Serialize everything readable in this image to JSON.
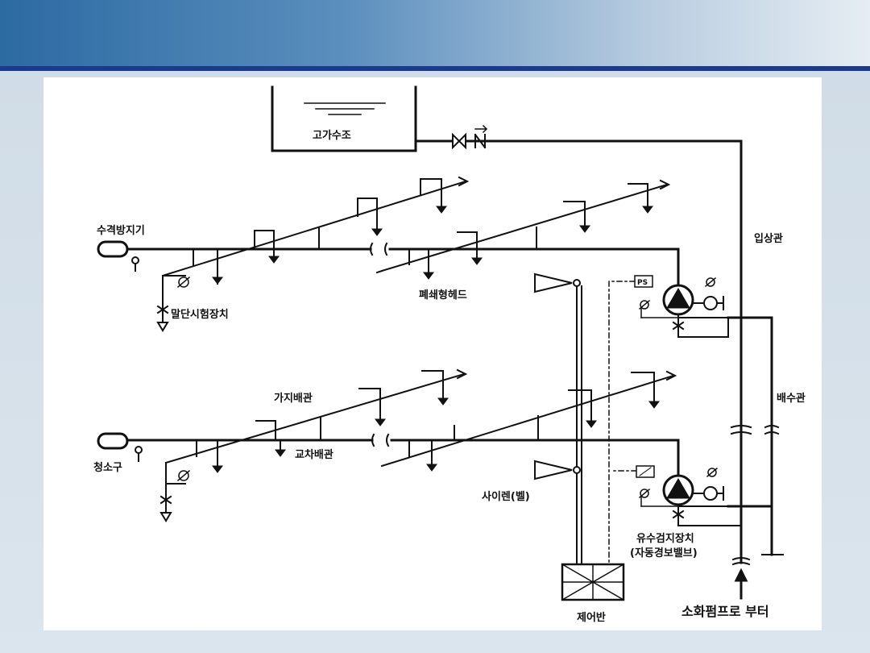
{
  "labels": {
    "elevated_tank": "고가수조",
    "water_hammer_arrester": "수격방지기",
    "end_test_device": "말단시험장치",
    "closed_head": "폐쇄형헤드",
    "riser": "입상관",
    "branch_pipe": "가지배관",
    "cross_main": "교차배관",
    "drain_pipe": "배수관",
    "cleanout": "청소구",
    "siren_bell": "사이렌(벨)",
    "alarm_valve_line1": "유수검지장치",
    "alarm_valve_line2": "(자동경보밸브)",
    "control_panel": "제어반",
    "from_fire_pump": "소화펌프로 부터",
    "pressure_switch": "PS"
  }
}
